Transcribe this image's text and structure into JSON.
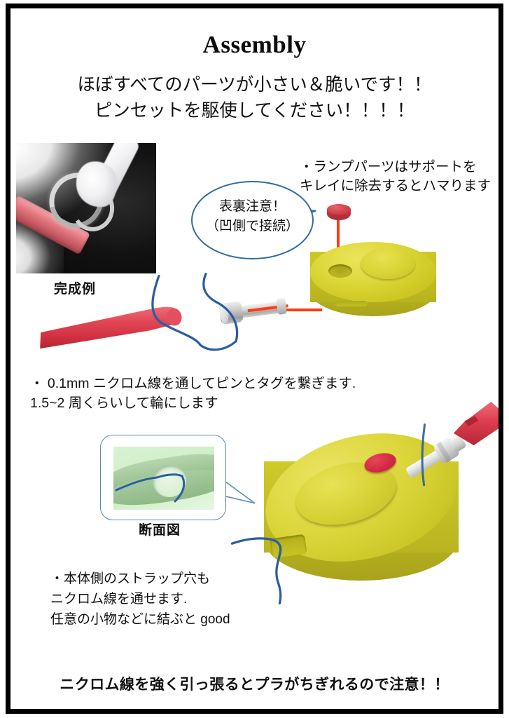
{
  "document": {
    "title": "Assembly",
    "subtitle_line1": "ほぼすべてのパーツが小さい＆脆いです！！",
    "subtitle_line2": "ピンセットを駆使してください！！！！",
    "footer_warning": "ニクロム線を強く引っ張るとプラがちぎれるので注意！！"
  },
  "photo": {
    "caption": "完成例",
    "alt_name": "macro-photo-finished-example"
  },
  "lamp_note": {
    "line1": "・ランプパーツはサポートを",
    "line2": "キレイに除去するとハマります"
  },
  "bubble_callout": {
    "line1": "表裏注意！",
    "line2": "（凹側で接続）"
  },
  "nichrome_note": {
    "line1": "・ 0.1mm ニクロム線を通してピンとタグを繋ぎます.",
    "line2": "1.5~2 周くらいして輪にします"
  },
  "cross_section": {
    "caption": "断面図"
  },
  "strap_note": {
    "line1": "・本体側のストラップ穴も",
    "line2": "ニクロム線を通せます.",
    "line3": "任意の小物などに結ぶと good"
  },
  "colors": {
    "frame_border": "#000000",
    "page_background": "#ffffff",
    "text": "#111111",
    "callout_outline_blue": "#2f6ba5",
    "callout_box_outline": "#5b87b5",
    "wire_blue": "#2a5fa0",
    "body_yellow": "#ccc728",
    "body_yellow_light": "#e9e464",
    "lamp_red": "#d3424c",
    "button_pink_red": "#d32b46",
    "strap_red": "#d8404f",
    "center_line_red": "#ff3b10",
    "metal_grey": "#d7d7d7",
    "cross_section_green": "#9cc394",
    "cross_section_bg": "#d8f2d2"
  },
  "parts": [
    {
      "name": "lamp-part",
      "label_ref": "lamp_note"
    },
    {
      "name": "main-body-yellow",
      "label_ref": ""
    },
    {
      "name": "metal-pin",
      "label_ref": ""
    },
    {
      "name": "red-strap-tag",
      "label_ref": ""
    },
    {
      "name": "nichrome-wire",
      "label_ref": "nichrome_note"
    }
  ]
}
